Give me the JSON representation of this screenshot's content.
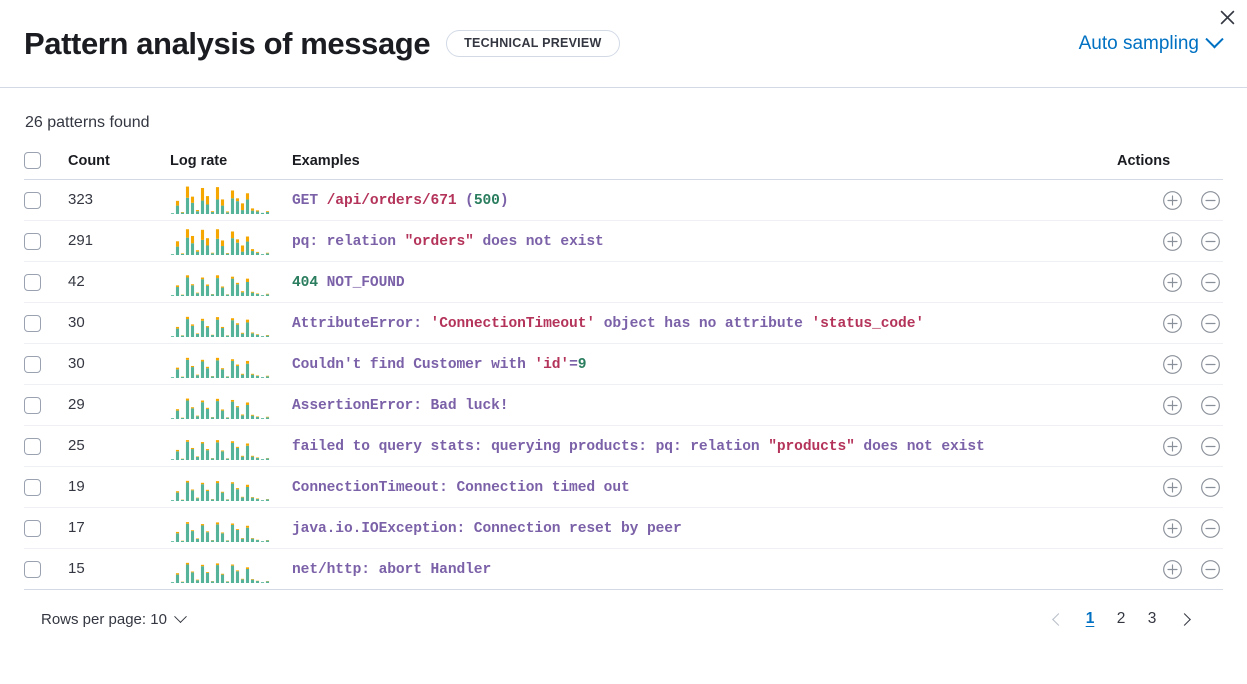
{
  "header": {
    "title": "Pattern analysis of message",
    "badge": "TECHNICAL PREVIEW",
    "sampling_label": "Auto sampling",
    "sampling_icon": "chevron-down-icon",
    "close_icon": "close-icon",
    "accent_color": "#0071c2"
  },
  "summary": {
    "patterns_found": "26 patterns found"
  },
  "table": {
    "columns": {
      "select": "",
      "count": "Count",
      "log_rate": "Log rate",
      "examples": "Examples",
      "actions": "Actions"
    },
    "colors": {
      "bar_primary": "#54b399",
      "bar_secondary": "#f5a700",
      "token_keyword": "#7b61a8",
      "token_string": "#b4335a",
      "token_number": "#2a7d5e"
    },
    "action_icons": {
      "include": "plus-in-circle-icon",
      "exclude": "minus-in-circle-icon"
    },
    "rows": [
      {
        "count": "323",
        "example_plain": "GET /api/orders/671 (500)",
        "tokens": [
          {
            "t": "GET ",
            "c": "tk-key"
          },
          {
            "t": "/api/orders/671",
            "c": "tk-str"
          },
          {
            "t": " (",
            "c": "tk-key"
          },
          {
            "t": "500",
            "c": "tk-num"
          },
          {
            "t": ")",
            "c": "tk-key"
          }
        ],
        "bars": [
          {
            "a": 0.02,
            "b": 0.0
          },
          {
            "a": 0.3,
            "b": 0.17
          },
          {
            "a": 0.05,
            "b": 0.02
          },
          {
            "a": 0.58,
            "b": 0.4
          },
          {
            "a": 0.4,
            "b": 0.22
          },
          {
            "a": 0.1,
            "b": 0.04
          },
          {
            "a": 0.48,
            "b": 0.45
          },
          {
            "a": 0.34,
            "b": 0.3
          },
          {
            "a": 0.07,
            "b": 0.03
          },
          {
            "a": 0.52,
            "b": 0.44
          },
          {
            "a": 0.3,
            "b": 0.22
          },
          {
            "a": 0.06,
            "b": 0.03
          },
          {
            "a": 0.56,
            "b": 0.28
          },
          {
            "a": 0.46,
            "b": 0.1
          },
          {
            "a": 0.14,
            "b": 0.24
          },
          {
            "a": 0.52,
            "b": 0.22
          },
          {
            "a": 0.12,
            "b": 0.08
          },
          {
            "a": 0.09,
            "b": 0.04
          },
          {
            "a": 0.04,
            "b": 0.0
          },
          {
            "a": 0.07,
            "b": 0.03
          }
        ]
      },
      {
        "count": "291",
        "example_plain": "pq: relation \"orders\" does not exist",
        "tokens": [
          {
            "t": "pq: relation ",
            "c": "tk-key"
          },
          {
            "t": "\"orders\"",
            "c": "tk-str"
          },
          {
            "t": " does not exist",
            "c": "tk-key"
          }
        ],
        "bars": [
          {
            "a": 0.02,
            "b": 0.0
          },
          {
            "a": 0.3,
            "b": 0.19
          },
          {
            "a": 0.04,
            "b": 0.02
          },
          {
            "a": 0.62,
            "b": 0.3
          },
          {
            "a": 0.42,
            "b": 0.26
          },
          {
            "a": 0.12,
            "b": 0.05
          },
          {
            "a": 0.54,
            "b": 0.36
          },
          {
            "a": 0.34,
            "b": 0.26
          },
          {
            "a": 0.06,
            "b": 0.02
          },
          {
            "a": 0.58,
            "b": 0.34
          },
          {
            "a": 0.32,
            "b": 0.2
          },
          {
            "a": 0.05,
            "b": 0.02
          },
          {
            "a": 0.6,
            "b": 0.24
          },
          {
            "a": 0.44,
            "b": 0.12
          },
          {
            "a": 0.12,
            "b": 0.22
          },
          {
            "a": 0.48,
            "b": 0.18
          },
          {
            "a": 0.14,
            "b": 0.07
          },
          {
            "a": 0.08,
            "b": 0.03
          },
          {
            "a": 0.03,
            "b": 0.0
          },
          {
            "a": 0.06,
            "b": 0.02
          }
        ]
      },
      {
        "count": "42",
        "example_plain": "404 NOT_FOUND",
        "tokens": [
          {
            "t": "404",
            "c": "tk-num"
          },
          {
            "t": " NOT_FOUND",
            "c": "tk-key"
          }
        ],
        "bars": [
          {
            "a": 0.03,
            "b": 0.0
          },
          {
            "a": 0.32,
            "b": 0.06
          },
          {
            "a": 0.04,
            "b": 0.01
          },
          {
            "a": 0.66,
            "b": 0.08
          },
          {
            "a": 0.38,
            "b": 0.04
          },
          {
            "a": 0.1,
            "b": 0.02
          },
          {
            "a": 0.6,
            "b": 0.06
          },
          {
            "a": 0.36,
            "b": 0.05
          },
          {
            "a": 0.06,
            "b": 0.01
          },
          {
            "a": 0.64,
            "b": 0.1
          },
          {
            "a": 0.3,
            "b": 0.04
          },
          {
            "a": 0.05,
            "b": 0.01
          },
          {
            "a": 0.62,
            "b": 0.07
          },
          {
            "a": 0.42,
            "b": 0.05
          },
          {
            "a": 0.13,
            "b": 0.04
          },
          {
            "a": 0.5,
            "b": 0.12
          },
          {
            "a": 0.12,
            "b": 0.03
          },
          {
            "a": 0.07,
            "b": 0.02
          },
          {
            "a": 0.03,
            "b": 0.0
          },
          {
            "a": 0.06,
            "b": 0.02
          }
        ]
      },
      {
        "count": "30",
        "example_plain": "AttributeError: 'ConnectionTimeout' object has no attribute 'status_code'",
        "tokens": [
          {
            "t": "AttributeError: ",
            "c": "tk-key"
          },
          {
            "t": "'ConnectionTimeout'",
            "c": "tk-str"
          },
          {
            "t": " object has no attribute ",
            "c": "tk-key"
          },
          {
            "t": "'status_code'",
            "c": "tk-str"
          }
        ],
        "bars": [
          {
            "a": 0.03,
            "b": 0.0
          },
          {
            "a": 0.3,
            "b": 0.06
          },
          {
            "a": 0.05,
            "b": 0.01
          },
          {
            "a": 0.64,
            "b": 0.08
          },
          {
            "a": 0.4,
            "b": 0.05
          },
          {
            "a": 0.11,
            "b": 0.02
          },
          {
            "a": 0.58,
            "b": 0.07
          },
          {
            "a": 0.34,
            "b": 0.05
          },
          {
            "a": 0.07,
            "b": 0.01
          },
          {
            "a": 0.62,
            "b": 0.09
          },
          {
            "a": 0.32,
            "b": 0.04
          },
          {
            "a": 0.05,
            "b": 0.01
          },
          {
            "a": 0.6,
            "b": 0.07
          },
          {
            "a": 0.44,
            "b": 0.05
          },
          {
            "a": 0.12,
            "b": 0.03
          },
          {
            "a": 0.52,
            "b": 0.1
          },
          {
            "a": 0.13,
            "b": 0.03
          },
          {
            "a": 0.08,
            "b": 0.02
          },
          {
            "a": 0.03,
            "b": 0.0
          },
          {
            "a": 0.05,
            "b": 0.02
          }
        ]
      },
      {
        "count": "30",
        "example_plain": "Couldn't find Customer with 'id'=9",
        "tokens": [
          {
            "t": "Couldn't find Customer with ",
            "c": "tk-key"
          },
          {
            "t": "'id'",
            "c": "tk-str"
          },
          {
            "t": "=",
            "c": "tk-key"
          },
          {
            "t": "9",
            "c": "tk-num"
          }
        ],
        "bars": [
          {
            "a": 0.02,
            "b": 0.0
          },
          {
            "a": 0.31,
            "b": 0.06
          },
          {
            "a": 0.04,
            "b": 0.01
          },
          {
            "a": 0.65,
            "b": 0.07
          },
          {
            "a": 0.39,
            "b": 0.04
          },
          {
            "a": 0.1,
            "b": 0.02
          },
          {
            "a": 0.59,
            "b": 0.06
          },
          {
            "a": 0.35,
            "b": 0.05
          },
          {
            "a": 0.06,
            "b": 0.01
          },
          {
            "a": 0.63,
            "b": 0.09
          },
          {
            "a": 0.31,
            "b": 0.04
          },
          {
            "a": 0.05,
            "b": 0.01
          },
          {
            "a": 0.61,
            "b": 0.06
          },
          {
            "a": 0.43,
            "b": 0.05
          },
          {
            "a": 0.12,
            "b": 0.03
          },
          {
            "a": 0.51,
            "b": 0.1
          },
          {
            "a": 0.12,
            "b": 0.03
          },
          {
            "a": 0.07,
            "b": 0.02
          },
          {
            "a": 0.03,
            "b": 0.0
          },
          {
            "a": 0.06,
            "b": 0.02
          }
        ]
      },
      {
        "count": "29",
        "example_plain": "AssertionError: Bad luck!",
        "tokens": [
          {
            "t": "AssertionError: Bad luck!",
            "c": "tk-key"
          }
        ],
        "bars": [
          {
            "a": 0.03,
            "b": 0.0
          },
          {
            "a": 0.3,
            "b": 0.05
          },
          {
            "a": 0.04,
            "b": 0.01
          },
          {
            "a": 0.66,
            "b": 0.07
          },
          {
            "a": 0.38,
            "b": 0.04
          },
          {
            "a": 0.1,
            "b": 0.02
          },
          {
            "a": 0.6,
            "b": 0.06
          },
          {
            "a": 0.36,
            "b": 0.04
          },
          {
            "a": 0.06,
            "b": 0.01
          },
          {
            "a": 0.64,
            "b": 0.08
          },
          {
            "a": 0.3,
            "b": 0.04
          },
          {
            "a": 0.05,
            "b": 0.01
          },
          {
            "a": 0.62,
            "b": 0.06
          },
          {
            "a": 0.42,
            "b": 0.04
          },
          {
            "a": 0.13,
            "b": 0.03
          },
          {
            "a": 0.5,
            "b": 0.09
          },
          {
            "a": 0.12,
            "b": 0.03
          },
          {
            "a": 0.07,
            "b": 0.02
          },
          {
            "a": 0.03,
            "b": 0.0
          },
          {
            "a": 0.06,
            "b": 0.02
          }
        ]
      },
      {
        "count": "25",
        "example_plain": "failed to query stats: querying products: pq: relation \"products\" does not exist",
        "tokens": [
          {
            "t": "failed to query stats: querying products: pq: relation ",
            "c": "tk-key"
          },
          {
            "t": "\"products\"",
            "c": "tk-str"
          },
          {
            "t": " does not exist",
            "c": "tk-key"
          }
        ],
        "bars": [
          {
            "a": 0.02,
            "b": 0.0
          },
          {
            "a": 0.31,
            "b": 0.05
          },
          {
            "a": 0.04,
            "b": 0.01
          },
          {
            "a": 0.65,
            "b": 0.06
          },
          {
            "a": 0.39,
            "b": 0.04
          },
          {
            "a": 0.11,
            "b": 0.02
          },
          {
            "a": 0.59,
            "b": 0.05
          },
          {
            "a": 0.35,
            "b": 0.04
          },
          {
            "a": 0.06,
            "b": 0.01
          },
          {
            "a": 0.63,
            "b": 0.08
          },
          {
            "a": 0.31,
            "b": 0.03
          },
          {
            "a": 0.05,
            "b": 0.01
          },
          {
            "a": 0.61,
            "b": 0.06
          },
          {
            "a": 0.43,
            "b": 0.04
          },
          {
            "a": 0.12,
            "b": 0.03
          },
          {
            "a": 0.51,
            "b": 0.08
          },
          {
            "a": 0.12,
            "b": 0.03
          },
          {
            "a": 0.07,
            "b": 0.02
          },
          {
            "a": 0.03,
            "b": 0.0
          },
          {
            "a": 0.06,
            "b": 0.01
          }
        ]
      },
      {
        "count": "19",
        "example_plain": "ConnectionTimeout: Connection timed out",
        "tokens": [
          {
            "t": "ConnectionTimeout: Connection timed out",
            "c": "tk-key"
          }
        ],
        "bars": [
          {
            "a": 0.03,
            "b": 0.0
          },
          {
            "a": 0.3,
            "b": 0.05
          },
          {
            "a": 0.04,
            "b": 0.01
          },
          {
            "a": 0.66,
            "b": 0.06
          },
          {
            "a": 0.38,
            "b": 0.03
          },
          {
            "a": 0.1,
            "b": 0.02
          },
          {
            "a": 0.6,
            "b": 0.05
          },
          {
            "a": 0.36,
            "b": 0.04
          },
          {
            "a": 0.06,
            "b": 0.01
          },
          {
            "a": 0.64,
            "b": 0.07
          },
          {
            "a": 0.3,
            "b": 0.03
          },
          {
            "a": 0.05,
            "b": 0.01
          },
          {
            "a": 0.62,
            "b": 0.05
          },
          {
            "a": 0.42,
            "b": 0.04
          },
          {
            "a": 0.13,
            "b": 0.02
          },
          {
            "a": 0.5,
            "b": 0.08
          },
          {
            "a": 0.12,
            "b": 0.02
          },
          {
            "a": 0.07,
            "b": 0.02
          },
          {
            "a": 0.03,
            "b": 0.0
          },
          {
            "a": 0.06,
            "b": 0.01
          }
        ]
      },
      {
        "count": "17",
        "example_plain": "java.io.IOException: Connection reset by peer",
        "tokens": [
          {
            "t": "java.io.IOException: Connection reset by peer",
            "c": "tk-key"
          }
        ],
        "bars": [
          {
            "a": 0.02,
            "b": 0.0
          },
          {
            "a": 0.31,
            "b": 0.05
          },
          {
            "a": 0.04,
            "b": 0.01
          },
          {
            "a": 0.65,
            "b": 0.06
          },
          {
            "a": 0.39,
            "b": 0.03
          },
          {
            "a": 0.11,
            "b": 0.02
          },
          {
            "a": 0.59,
            "b": 0.05
          },
          {
            "a": 0.35,
            "b": 0.03
          },
          {
            "a": 0.06,
            "b": 0.01
          },
          {
            "a": 0.63,
            "b": 0.07
          },
          {
            "a": 0.31,
            "b": 0.03
          },
          {
            "a": 0.05,
            "b": 0.01
          },
          {
            "a": 0.61,
            "b": 0.05
          },
          {
            "a": 0.43,
            "b": 0.03
          },
          {
            "a": 0.12,
            "b": 0.02
          },
          {
            "a": 0.51,
            "b": 0.07
          },
          {
            "a": 0.12,
            "b": 0.02
          },
          {
            "a": 0.07,
            "b": 0.01
          },
          {
            "a": 0.03,
            "b": 0.0
          },
          {
            "a": 0.06,
            "b": 0.01
          }
        ]
      },
      {
        "count": "15",
        "example_plain": "net/http: abort Handler",
        "tokens": [
          {
            "t": "net/http: abort Handler",
            "c": "tk-key"
          }
        ],
        "bars": [
          {
            "a": 0.03,
            "b": 0.0
          },
          {
            "a": 0.3,
            "b": 0.05
          },
          {
            "a": 0.04,
            "b": 0.01
          },
          {
            "a": 0.66,
            "b": 0.06
          },
          {
            "a": 0.38,
            "b": 0.03
          },
          {
            "a": 0.1,
            "b": 0.02
          },
          {
            "a": 0.6,
            "b": 0.05
          },
          {
            "a": 0.36,
            "b": 0.03
          },
          {
            "a": 0.06,
            "b": 0.01
          },
          {
            "a": 0.64,
            "b": 0.06
          },
          {
            "a": 0.3,
            "b": 0.03
          },
          {
            "a": 0.05,
            "b": 0.01
          },
          {
            "a": 0.62,
            "b": 0.04
          },
          {
            "a": 0.42,
            "b": 0.03
          },
          {
            "a": 0.13,
            "b": 0.02
          },
          {
            "a": 0.5,
            "b": 0.06
          },
          {
            "a": 0.12,
            "b": 0.02
          },
          {
            "a": 0.07,
            "b": 0.01
          },
          {
            "a": 0.03,
            "b": 0.0
          },
          {
            "a": 0.06,
            "b": 0.01
          }
        ]
      }
    ]
  },
  "footer": {
    "rows_per_page_label": "Rows per page: 10",
    "rows_per_page_icon": "chevron-down-icon",
    "prev_icon": "chevron-left-icon",
    "next_icon": "chevron-right-icon",
    "pages": [
      "1",
      "2",
      "3"
    ],
    "active_page": "1"
  }
}
